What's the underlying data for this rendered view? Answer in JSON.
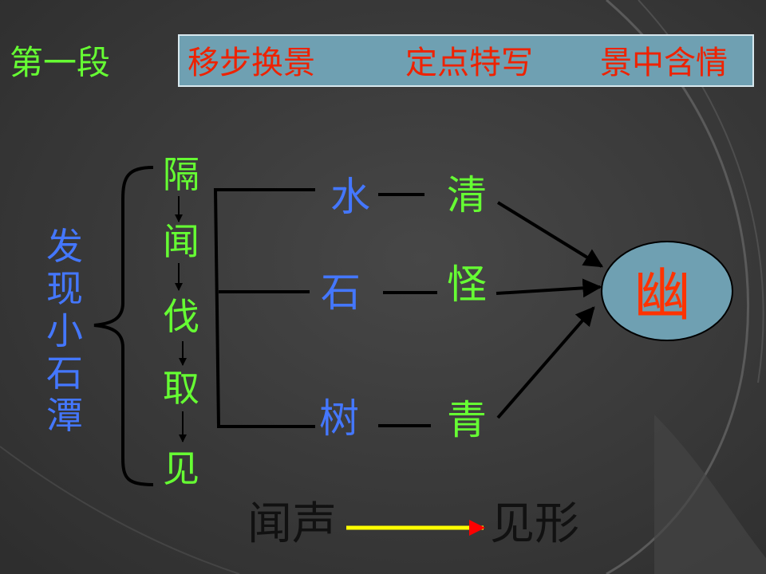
{
  "section_label": "第一段",
  "banner": {
    "item1": "移步换景",
    "item2": "定点特写",
    "item3": "景中含情"
  },
  "vertical_title": [
    "发",
    "现",
    "小",
    "石",
    "潭"
  ],
  "sequence": [
    "隔",
    "闻",
    "伐",
    "取",
    "见"
  ],
  "objects": {
    "water": "水",
    "stone": "石",
    "tree": "树"
  },
  "qualities": {
    "clear": "清",
    "strange": "怪",
    "green": "青"
  },
  "center_concept": "幽",
  "bottom": {
    "left": "闻声",
    "right": "见形"
  },
  "colors": {
    "background": "#3a3a3a",
    "green_text": "#66ff33",
    "blue_text": "#4477ff",
    "banner_bg": "#6fa0b2",
    "banner_text": "#ee2200",
    "ellipse_fill": "#6fa0b2",
    "yellow_arrow": "#ffff00"
  }
}
